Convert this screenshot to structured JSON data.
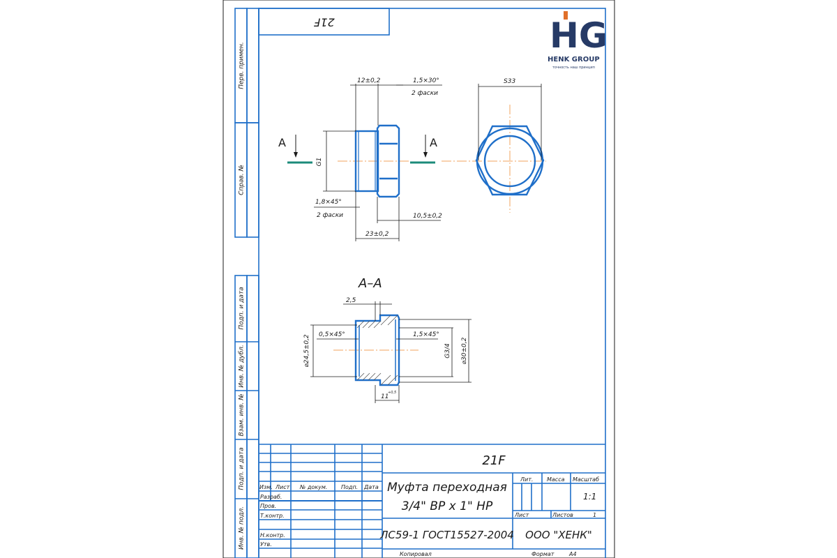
{
  "logo": {
    "mark": "HG",
    "company": "HENK GROUP",
    "tagline": "точность наш принцип"
  },
  "corner_stamp": "21F",
  "left_margin": {
    "perv_primen": "Перв. примен.",
    "sprav_no": "Справ. №",
    "podp_data_1": "Подп. и дата",
    "inv_dubl": "Инв. № дубл.",
    "vzam_inv": "Взам. инв. №",
    "podp_data_2": "Подп. и дата",
    "inv_podl": "Инв. № подл."
  },
  "section": {
    "arrow_label": "A",
    "title": "A–A"
  },
  "dimensions": {
    "d12": "12±0,2",
    "chamfer_top": "1,5×30°",
    "chamfer_top_note": "2 фаски",
    "s33": "S33",
    "g1": "G1",
    "chamfer_left": "1,8×45°",
    "chamfer_left_note": "2 фаски",
    "d105": "10,5±0,2",
    "d23": "23±0,2",
    "d25": "2,5",
    "chamfer_05": "0,5×45°",
    "chamfer_15": "1,5×45°",
    "dia_245": "⌀24,5±0,2",
    "g34": "G3/4",
    "dia_30": "⌀30±0,2",
    "d11": "11",
    "d11_tol": "+0,5"
  },
  "title_block": {
    "designation": "21F",
    "name_line1": "Муфта переходная",
    "name_line2": "3/4\" ВР x 1\" НР",
    "material": "ЛС59-1 ГОСТ15527-2004",
    "company": "ООО \"ХЕНК\"",
    "headers": {
      "izm": "Изм.",
      "list": "Лист",
      "doc_no": "№ докум.",
      "podp": "Подп.",
      "data": "Дата"
    },
    "rows": {
      "razrab": "Разраб.",
      "prov": "Пров.",
      "tkontr": "Т.контр.",
      "nkontr": "Н.контр.",
      "utv": "Утв."
    },
    "lit": "Лит.",
    "massa": "Масса",
    "masshtab": "Масштаб",
    "scale_value": "1:1",
    "sheet": "Лист",
    "sheets": "Листов",
    "sheets_value": "1",
    "copied": "Копировал",
    "format": "Формат",
    "format_value": "A4"
  }
}
